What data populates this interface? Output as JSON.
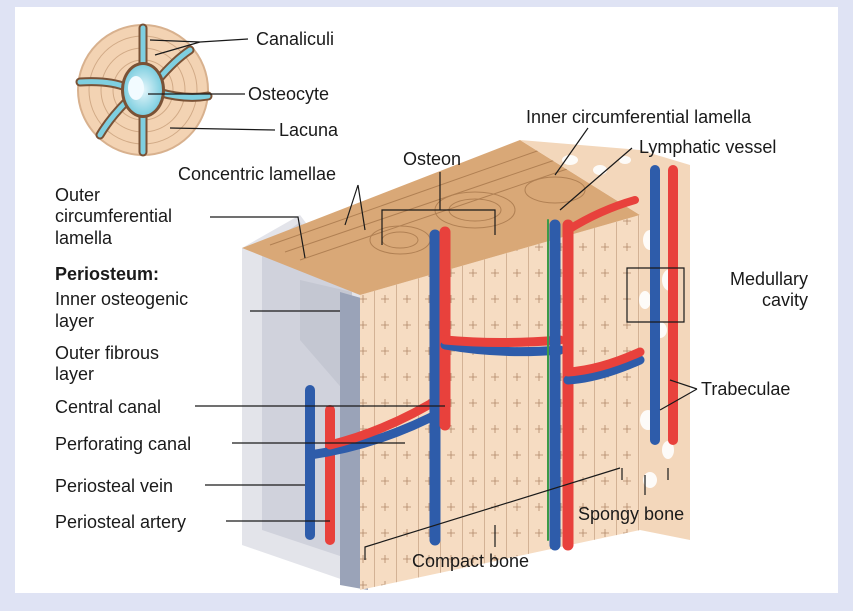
{
  "colors": {
    "background": "#dfe3f4",
    "panel": "#ffffff",
    "artery": "#e8413c",
    "vein": "#2e5caa",
    "bone": "#f6dcc2",
    "bone_top": "#d9a877",
    "periosteum": "#c9cbd6"
  },
  "labels": {
    "canaliculi": "Canaliculi",
    "osteocyte": "Osteocyte",
    "lacuna": "Lacuna",
    "inner_circumferential_lamella": "Inner circumferential lamella",
    "lymphatic_vessel": "Lymphatic vessel",
    "osteon": "Osteon",
    "concentric_lamellae": "Concentric lamellae",
    "outer_circumferential_lamella": [
      "Outer",
      "circumferential",
      "lamella"
    ],
    "periosteum_heading": "Periosteum:",
    "inner_osteogenic_layer": [
      "Inner osteogenic",
      "layer"
    ],
    "outer_fibrous_layer": [
      "Outer fibrous",
      "layer"
    ],
    "central_canal": "Central canal",
    "perforating_canal": "Perforating canal",
    "periosteal_vein": "Periosteal vein",
    "periosteal_artery": "Periosteal artery",
    "medullary_cavity": [
      "Medullary",
      "cavity"
    ],
    "trabeculae": "Trabeculae",
    "spongy_bone": "Spongy bone",
    "compact_bone": "Compact bone"
  }
}
